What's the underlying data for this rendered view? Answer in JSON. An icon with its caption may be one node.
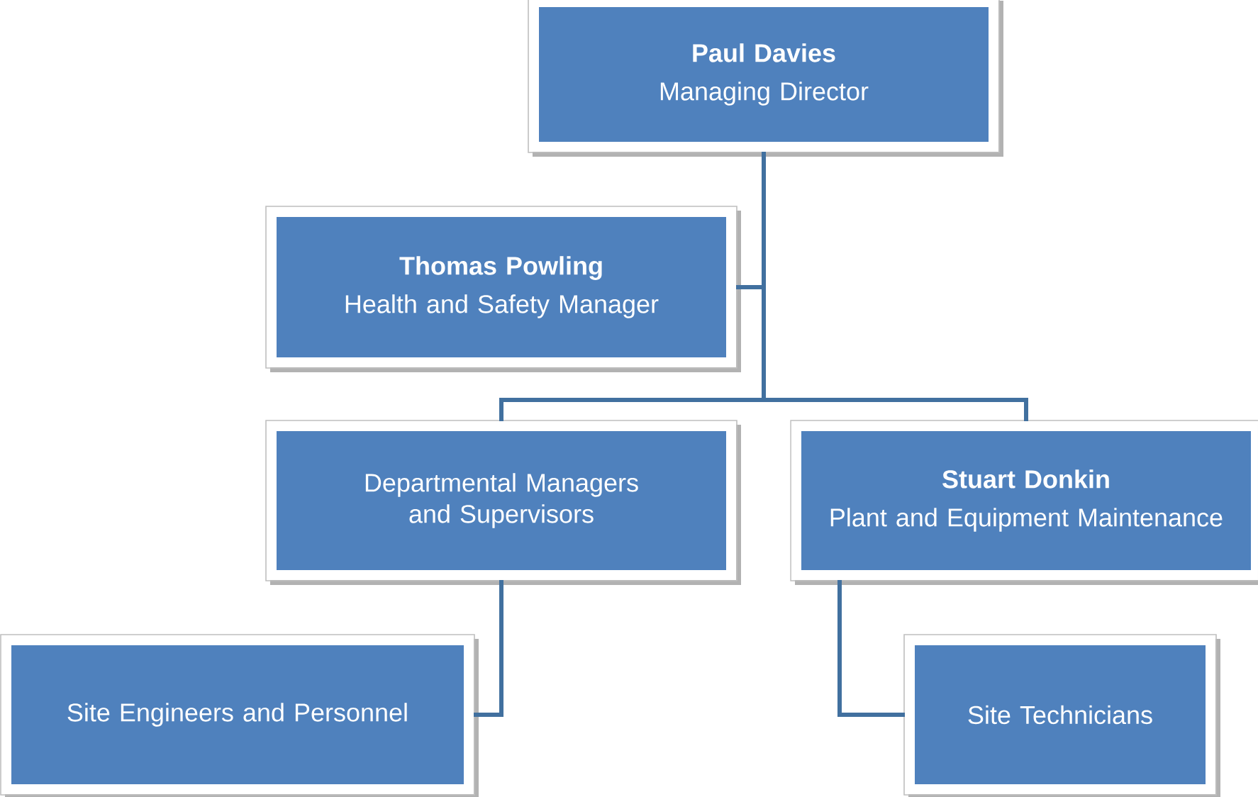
{
  "diagram": {
    "nodes": [
      {
        "text": [
          "Paul Davies",
          "Managing Director"
        ]
      },
      {
        "text": [
          "Thomas Powling",
          "Health and Safety Manager"
        ]
      },
      {
        "text": [
          "Departmental Managers and Supervisors"
        ]
      },
      {
        "text": [
          "Stuart Donkin",
          "Plant and Equipment Maintenance"
        ]
      },
      {
        "text": [
          "Site Engineers and Personnel"
        ]
      },
      {
        "text": [
          "Site Technicians"
        ]
      }
    ],
    "edges": [
      {
        "from": 0,
        "to": 1,
        "arrow": "none"
      },
      {
        "from": 0,
        "to": 2,
        "arrow": "none"
      },
      {
        "from": 0,
        "to": 3,
        "arrow": "none"
      },
      {
        "from": 2,
        "to": 4,
        "arrow": "none"
      },
      {
        "from": 3,
        "to": 5,
        "arrow": "none"
      }
    ]
  }
}
